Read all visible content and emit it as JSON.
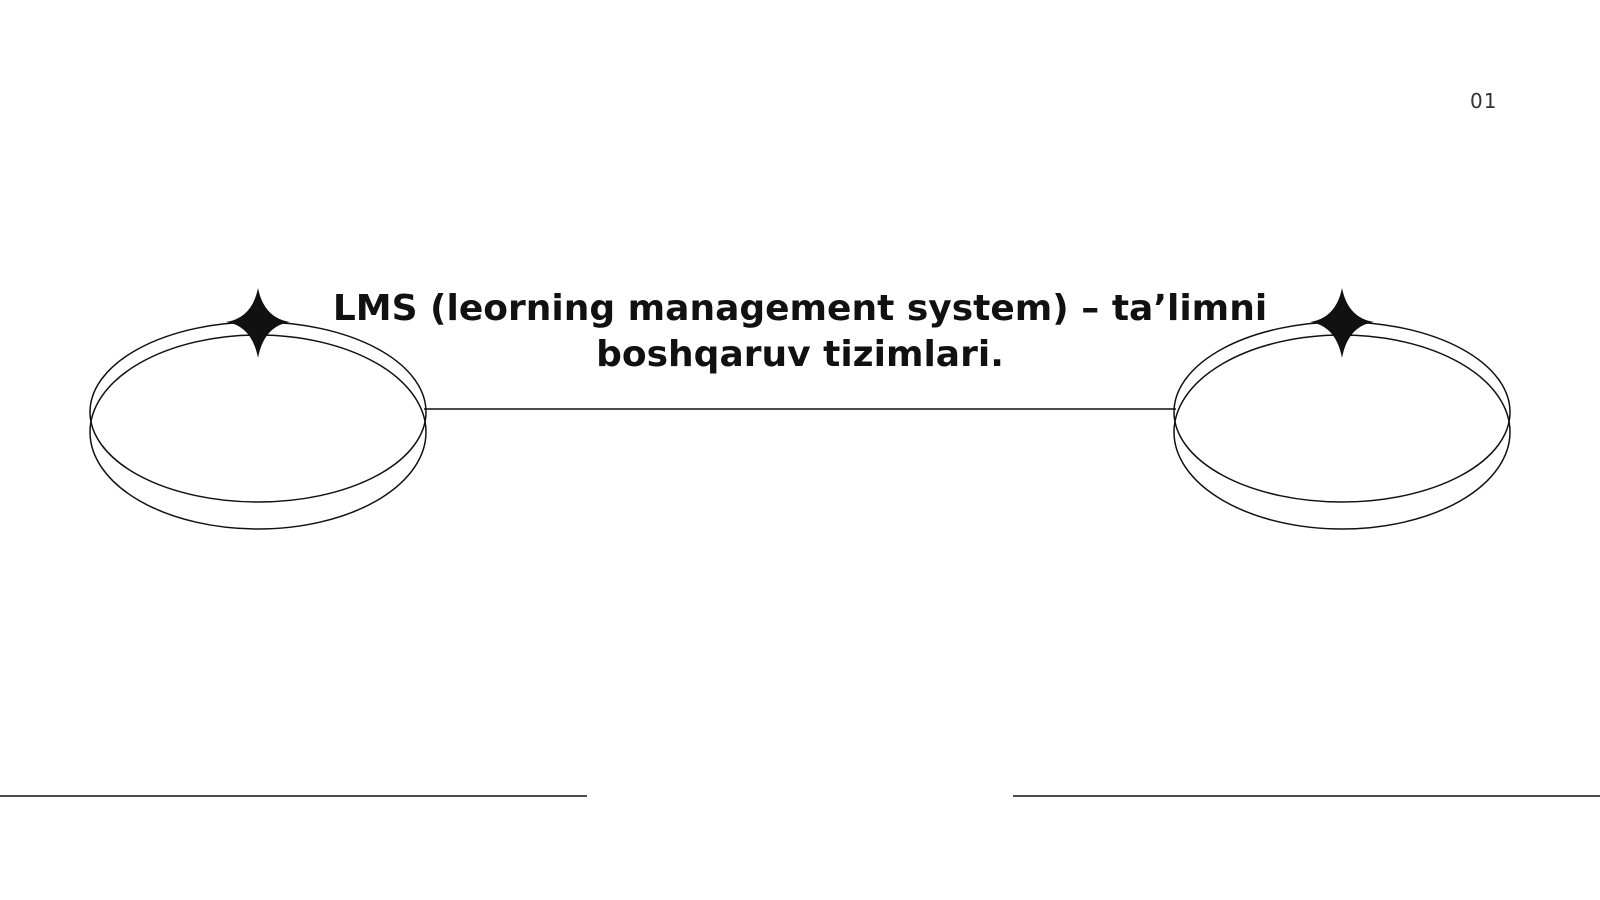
{
  "slide": {
    "page_number": "01",
    "title_line1": "LMS (leorning management system) – ta’limni",
    "title_line2": "boshqaruv tizimlari."
  },
  "decorations": {
    "left_shape_icon": "ring-with-sparkle-icon",
    "right_shape_icon": "ring-with-sparkle-icon",
    "line_color": "#111111"
  }
}
